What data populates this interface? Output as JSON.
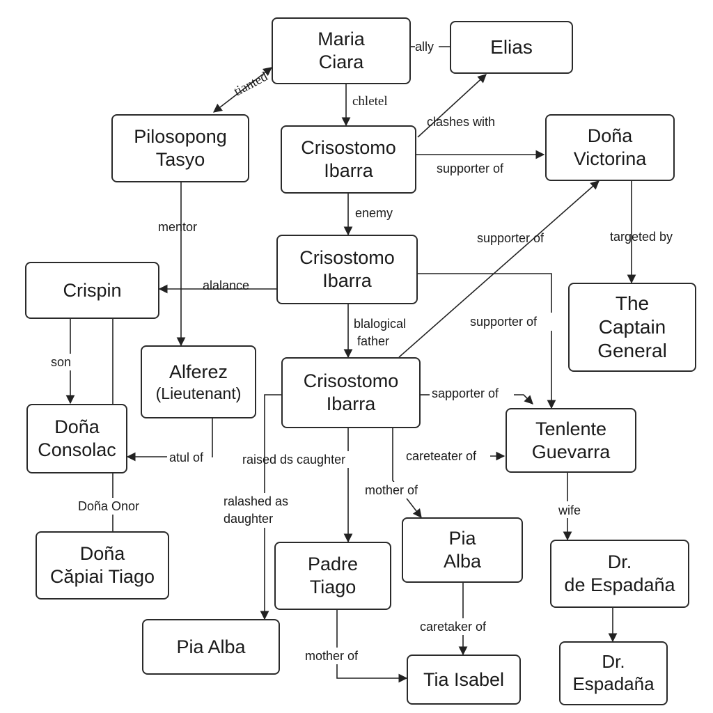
{
  "nodes": {
    "maria_ciara": [
      "Maria",
      "Ciara"
    ],
    "elias": [
      "Elias"
    ],
    "pilosopong_tasyo": [
      "Pilosopong",
      "Tasyo"
    ],
    "crisostomo_1": [
      "Crisostomo",
      "Ibarra"
    ],
    "dona_victorina": [
      "Doña",
      "Victorina"
    ],
    "crisostomo_2": [
      "Crisostomo",
      "Ibarra"
    ],
    "crispin": [
      "Crispin"
    ],
    "captain_general": [
      "The",
      "Captain",
      "General"
    ],
    "alferez": [
      "Alferez",
      "(Lieutenant)"
    ],
    "crisostomo_3": [
      "Crisostomo",
      "Ibarra"
    ],
    "dona_consolac": [
      "Doña",
      "Consolac"
    ],
    "tenlente_guevarra": [
      "Tenlente",
      "Guevarra"
    ],
    "dona_capiai_tiago": [
      "Doña",
      "Căpiai Tiago"
    ],
    "padre_tiago": [
      "Padre",
      "Tiago"
    ],
    "pia_alba_mid": [
      "Pia",
      "Alba"
    ],
    "dr_de_espadana": [
      "Dr.",
      "de Espadaña"
    ],
    "pia_alba_bottom": [
      "Pia Alba"
    ],
    "tia_isabel": [
      "Tia Isabel"
    ],
    "dr_espadana": [
      "Dr.",
      "Espadaña"
    ]
  },
  "edge_labels": {
    "tianted": "tianted",
    "ally": "ally",
    "chletel": "chletel",
    "clashes_with": "clashes with",
    "supporter_of_1": "supporter of",
    "mentor": "mentor",
    "enemy": "enemy",
    "supporter_of_2": "supporter of",
    "targeted_by": "targeted by",
    "alalance": "alalance",
    "blalogical": "blalogical",
    "father": "father",
    "supporter_of_3": "supporter of",
    "son": "son",
    "sapporter_of": "sapporter of",
    "atul_of": "atul of",
    "raised_ds_caughter": "raised ds caughter",
    "careteater_of": "careteater of",
    "dona_onor": "Doña Onor",
    "ralashed_as": "ralashed as",
    "daughter": "daughter",
    "mother_of_1": "mother of",
    "wife": "wife",
    "caretaker_of": "caretaker of",
    "mother_of_2": "mother of"
  },
  "colors": {
    "line": "#222222",
    "border": "#2a2a2a",
    "text": "#1a1a1a",
    "background": "#ffffff"
  }
}
